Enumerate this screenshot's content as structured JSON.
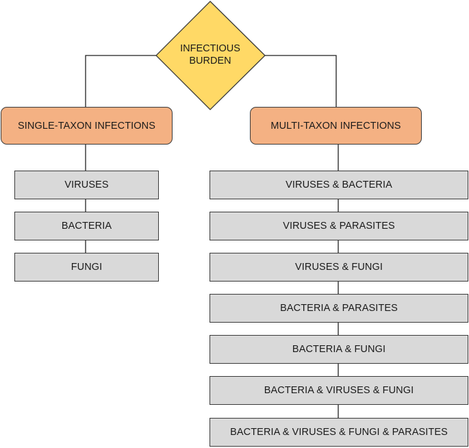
{
  "diagram": {
    "root": {
      "line1": "INFECTIOUS",
      "line2": "BURDEN",
      "fill_color": "#ffd966"
    },
    "categories": {
      "single": "SINGLE-TAXON INFECTIONS",
      "multi": "MULTI-TAXON INFECTIONS",
      "fill_color": "#f4b183"
    },
    "single_taxon": [
      "VIRUSES",
      "BACTERIA",
      "FUNGI"
    ],
    "multi_taxon": [
      "VIRUSES & BACTERIA",
      "VIRUSES & PARASITES",
      "VIRUSES & FUNGI",
      "BACTERIA & PARASITES",
      "BACTERIA & FUNGI",
      "BACTERIA & VIRUSES & FUNGI",
      "BACTERIA & VIRUSES & FUNGI & PARASITES"
    ],
    "leaf_fill_color": "#d9d9d9"
  }
}
